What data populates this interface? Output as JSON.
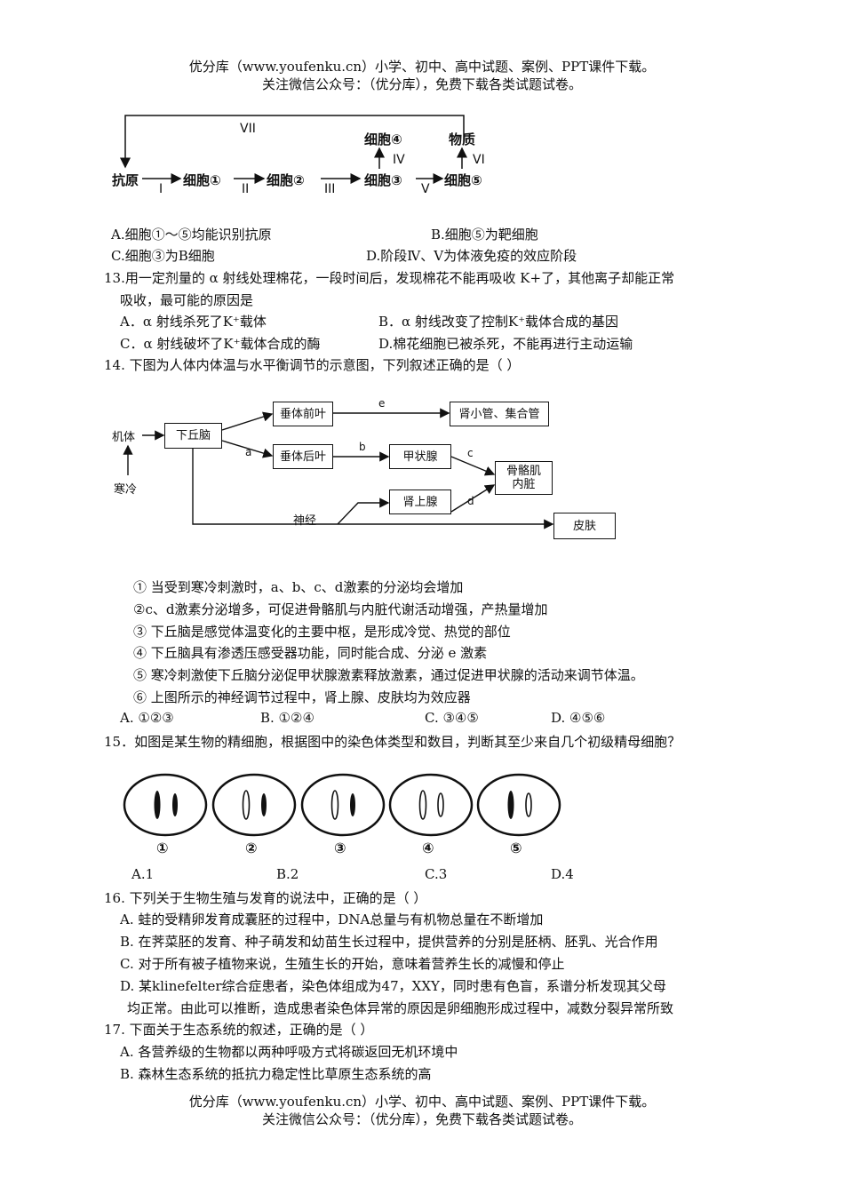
{
  "header": {
    "line1": "优分库（www.youfenku.cn）小学、初中、高中试题、案例、PPT课件下载。",
    "line2": "关注微信公众号：（优分库），免费下载各类试题试卷。"
  },
  "immune_diagram": {
    "antigen": "抗原",
    "cell1": "细胞①",
    "cell2": "细胞②",
    "cell3": "细胞③",
    "cell4": "细胞④",
    "cell5": "细胞⑤",
    "substance": "物质",
    "stage1": "I",
    "stage2": "II",
    "stage3": "III",
    "stage4": "IV",
    "stage5": "V",
    "stage6": "VI",
    "stage7": "VII"
  },
  "q12": {
    "optA": "A.细胞①～⑤均能识别抗原",
    "optB": "B.细胞⑤为靶细胞",
    "optC": "C.细胞③为B细胞",
    "optD": "D.阶段Ⅳ、V为体液免疫的效应阶段"
  },
  "q13": {
    "stem1": "13.用一定剂量的 α 射线处理棉花，一段时间后，发现棉花不能再吸收 K+了，其他离子却能正常",
    "stem2": "吸收，最可能的原因是",
    "optA": "A．α 射线杀死了K⁺载体",
    "optB": "B．α 射线改变了控制K⁺载体合成的基因",
    "optC": "C．α 射线破坏了K⁺载体合成的酶",
    "optD": "D.棉花细胞已被杀死，不能再进行主动运输"
  },
  "q14": {
    "stem": "14.  下图为人体内体温与水平衡调节的示意图，下列叙述正确的是（      ）",
    "diagram": {
      "body": "机体",
      "cold": "寒冷",
      "hypothalamus": "下丘脑",
      "anterior_pituitary": "垂体前叶",
      "posterior_pituitary": "垂体后叶",
      "kidney": "肾小管、集合管",
      "thyroid": "甲状腺",
      "adrenal": "肾上腺",
      "muscle": "骨骼肌",
      "viscera": "内脏",
      "skin": "皮肤",
      "nerve": "神经",
      "a": "a",
      "b": "b",
      "c": "c",
      "d": "d",
      "e": "e"
    },
    "s1": "① 当受到寒冷刺激时，a、b、c、d激素的分泌均会增加",
    "s2": "②c、d激素分泌增多，可促进骨骼肌与内脏代谢活动增强，产热量增加",
    "s3": "③ 下丘脑是感觉体温变化的主要中枢，是形成冷觉、热觉的部位",
    "s4": "④ 下丘脑具有渗透压感受器功能，同时能合成、分泌 e 激素",
    "s5": "⑤ 寒冷刺激使下丘脑分泌促甲状腺激素释放激素，通过促进甲状腺的活动来调节体温。",
    "s6": "⑥ 上图所示的神经调节过程中，肾上腺、皮肤均为效应器",
    "optA": "A.  ①②③",
    "optB": "B.  ①②④",
    "optC": "C.  ③④⑤",
    "optD": "D.  ④⑤⑥"
  },
  "q15": {
    "stem": "15．如图是某生物的精细胞，根据图中的染色体类型和数目，判断其至少来自几个初级精母细胞？",
    "labels": [
      "①",
      "②",
      "③",
      "④",
      "⑤"
    ],
    "optA": "A.1",
    "optB": "B.2",
    "optC": "C.3",
    "optD": "D.4"
  },
  "q16": {
    "stem": "16.  下列关于生物生殖与发育的说法中，正确的是（      ）",
    "optA": "A.  蛙的受精卵发育成囊胚的过程中，DNA总量与有机物总量在不断增加",
    "optB": "B.  在荠菜胚的发育、种子萌发和幼苗生长过程中，提供营养的分别是胚柄、胚乳、光合作用",
    "optC": "C.  对于所有被子植物来说，生殖生长的开始，意味着营养生长的减慢和停止",
    "optD1": "D.  某klinefelter综合症患者，染色体组成为47，XXY，同时患有色盲，系谱分析发现其父母",
    "optD2": "均正常。由此可以推断，造成患者染色体异常的原因是卵细胞形成过程中，减数分裂异常所致"
  },
  "q17": {
    "stem": "17.    下面关于生态系统的叙述，正确的是（      ）",
    "optA": "A.  各营养级的生物都以两种呼吸方式将碳返回无机环境中",
    "optB": "B.  森林生态系统的抵抗力稳定性比草原生态系统的高"
  },
  "footer": {
    "line1": "优分库（www.youfenku.cn）小学、初中、高中试题、案例、PPT课件下载。",
    "line2": "关注微信公众号：（优分库），免费下载各类试题试卷。"
  }
}
